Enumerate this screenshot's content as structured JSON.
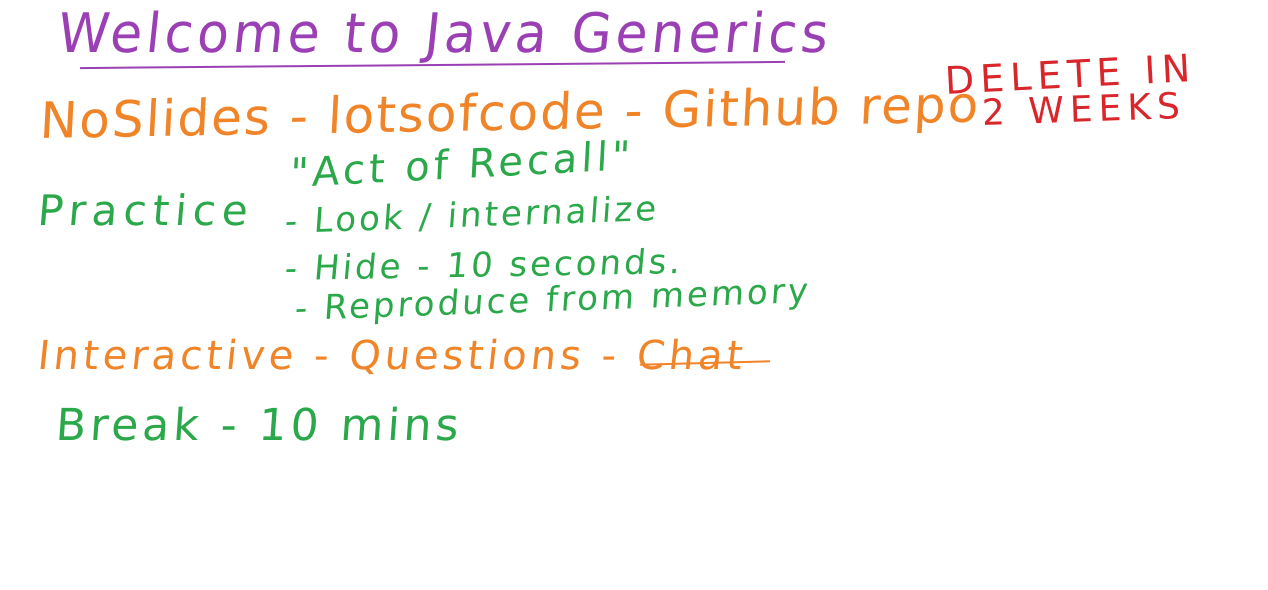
{
  "colors": {
    "purple": "#9b3fb5",
    "orange": "#f08428",
    "green": "#2aa84a",
    "red": "#d9262b",
    "background": "#ffffff"
  },
  "title": "Welcome to Java Generics",
  "line_slides": "NoSlides - lotsofcode - Github repo",
  "delete_note": {
    "line1": "DELETE IN",
    "line2": "2 WEEKS"
  },
  "practice": {
    "label": "Practice",
    "heading": "\"Act of Recall\"",
    "steps": [
      "- Look / internalize",
      "- Hide - 10 seconds.",
      "- Reproduce from memory"
    ]
  },
  "interactive": "Interactive - Questions - Chat",
  "break": "Break - 10 mins"
}
